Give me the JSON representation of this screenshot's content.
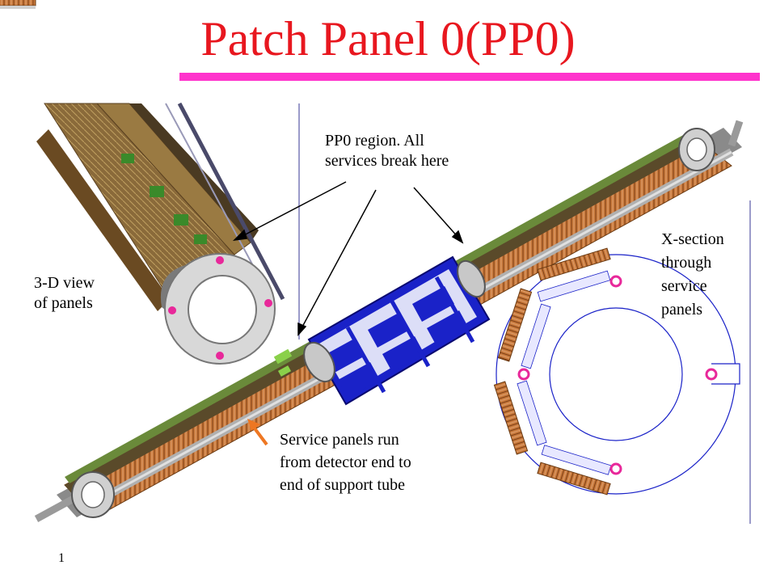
{
  "title": "Patch Panel 0(PP0)",
  "labels": {
    "pp0_region": [
      "PP0 region. All",
      "services break here"
    ],
    "view_3d": [
      "3-D view",
      "of panels"
    ],
    "xsection": [
      "X-section",
      "through",
      "service",
      "panels"
    ],
    "service_panels": [
      "Service panels run",
      "from detector end to",
      "end of support tube"
    ]
  },
  "page_number": "1",
  "colors": {
    "title": "#e8171f",
    "title_rule": "#ff33cc",
    "frame_blue": "#1a22c8",
    "panel_brown": "#b0602a",
    "tube_gray": "#b8b8b8",
    "mount_pink": "#e8289a",
    "orange_arrow": "#ee7722"
  }
}
